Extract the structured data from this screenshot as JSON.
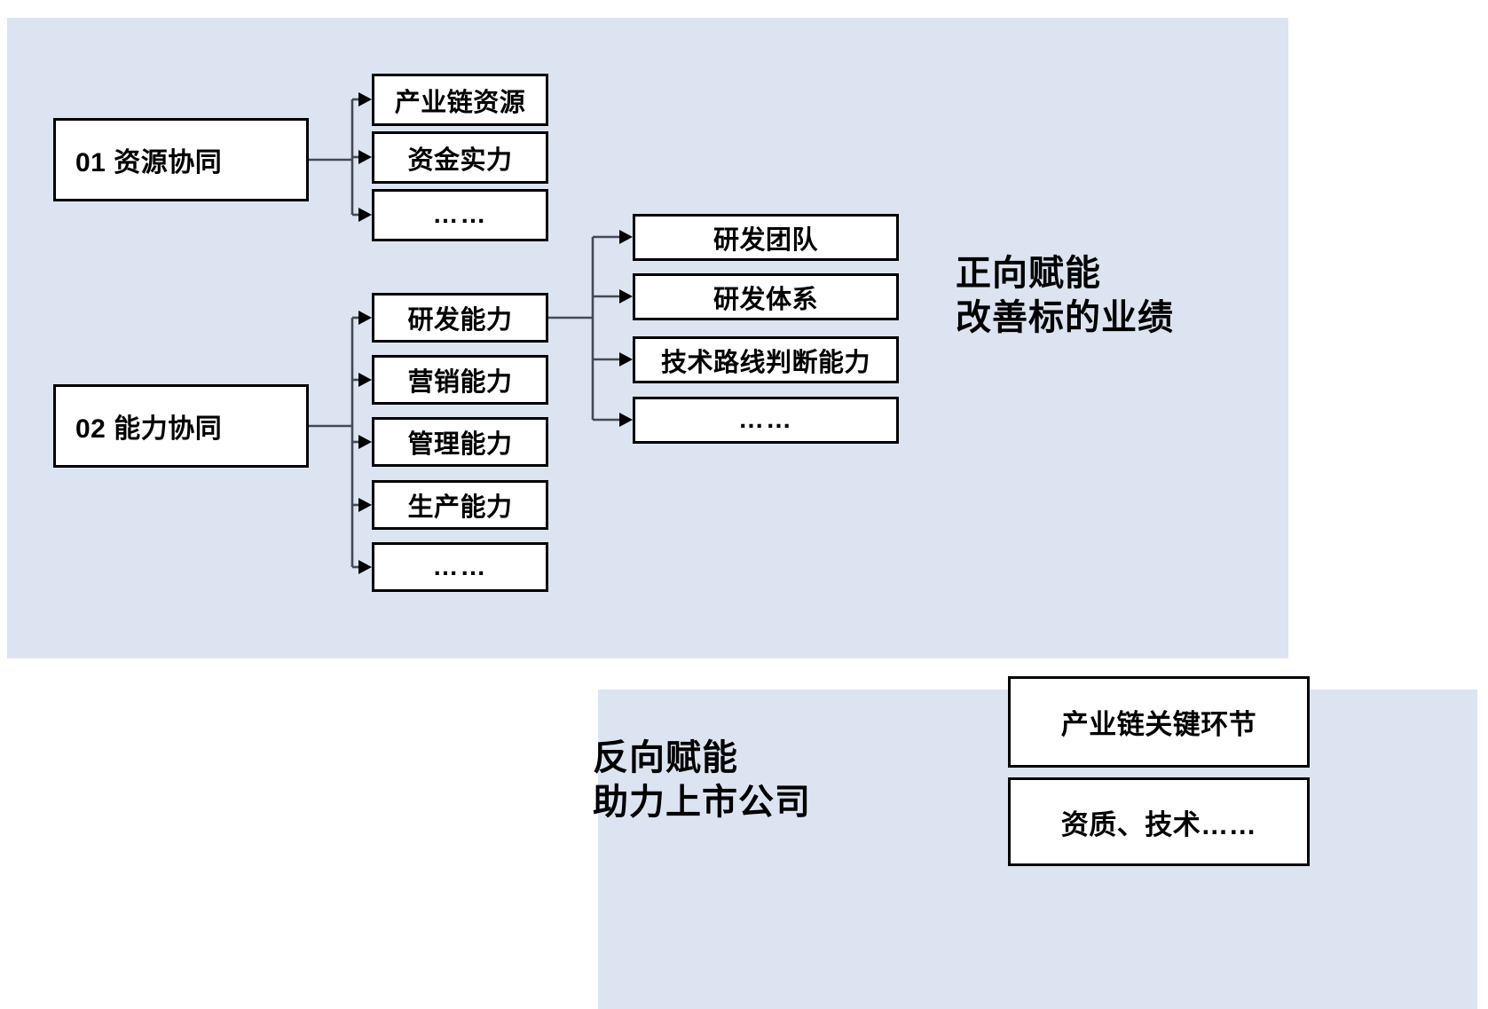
{
  "diagram": {
    "title_omitted": true,
    "panels": {
      "top": {
        "name": "forward-empowerment-panel",
        "bg": "#dce4f1"
      },
      "bottom": {
        "name": "reverse-empowerment-panel",
        "bg": "#dce4f1"
      }
    },
    "colors": {
      "panel_bg": "#dce4f1",
      "node_bg": "#ffffff",
      "node_border": "#000000",
      "connector": "#444a54",
      "text": "#000000"
    }
  },
  "level1": [
    {
      "id": "01",
      "label": "01 资源协同"
    },
    {
      "id": "02",
      "label": "02 能力协同"
    }
  ],
  "level2_resource": [
    {
      "label": "产业链资源"
    },
    {
      "label": "资金实力"
    },
    {
      "label": "……"
    }
  ],
  "level2_capability": [
    {
      "label": "研发能力"
    },
    {
      "label": "营销能力"
    },
    {
      "label": "管理能力"
    },
    {
      "label": "生产能力"
    },
    {
      "label": "……"
    }
  ],
  "level3_rd": [
    {
      "label": "研发团队"
    },
    {
      "label": "研发体系"
    },
    {
      "label": "技术路线判断能力"
    },
    {
      "label": "……"
    }
  ],
  "callouts": {
    "forward": "正向赋能\n改善标的业绩",
    "reverse": "反向赋能\n助力上市公司"
  },
  "bottom_nodes": [
    {
      "label": "产业链关键环节"
    },
    {
      "label": "资质、技术……"
    }
  ]
}
